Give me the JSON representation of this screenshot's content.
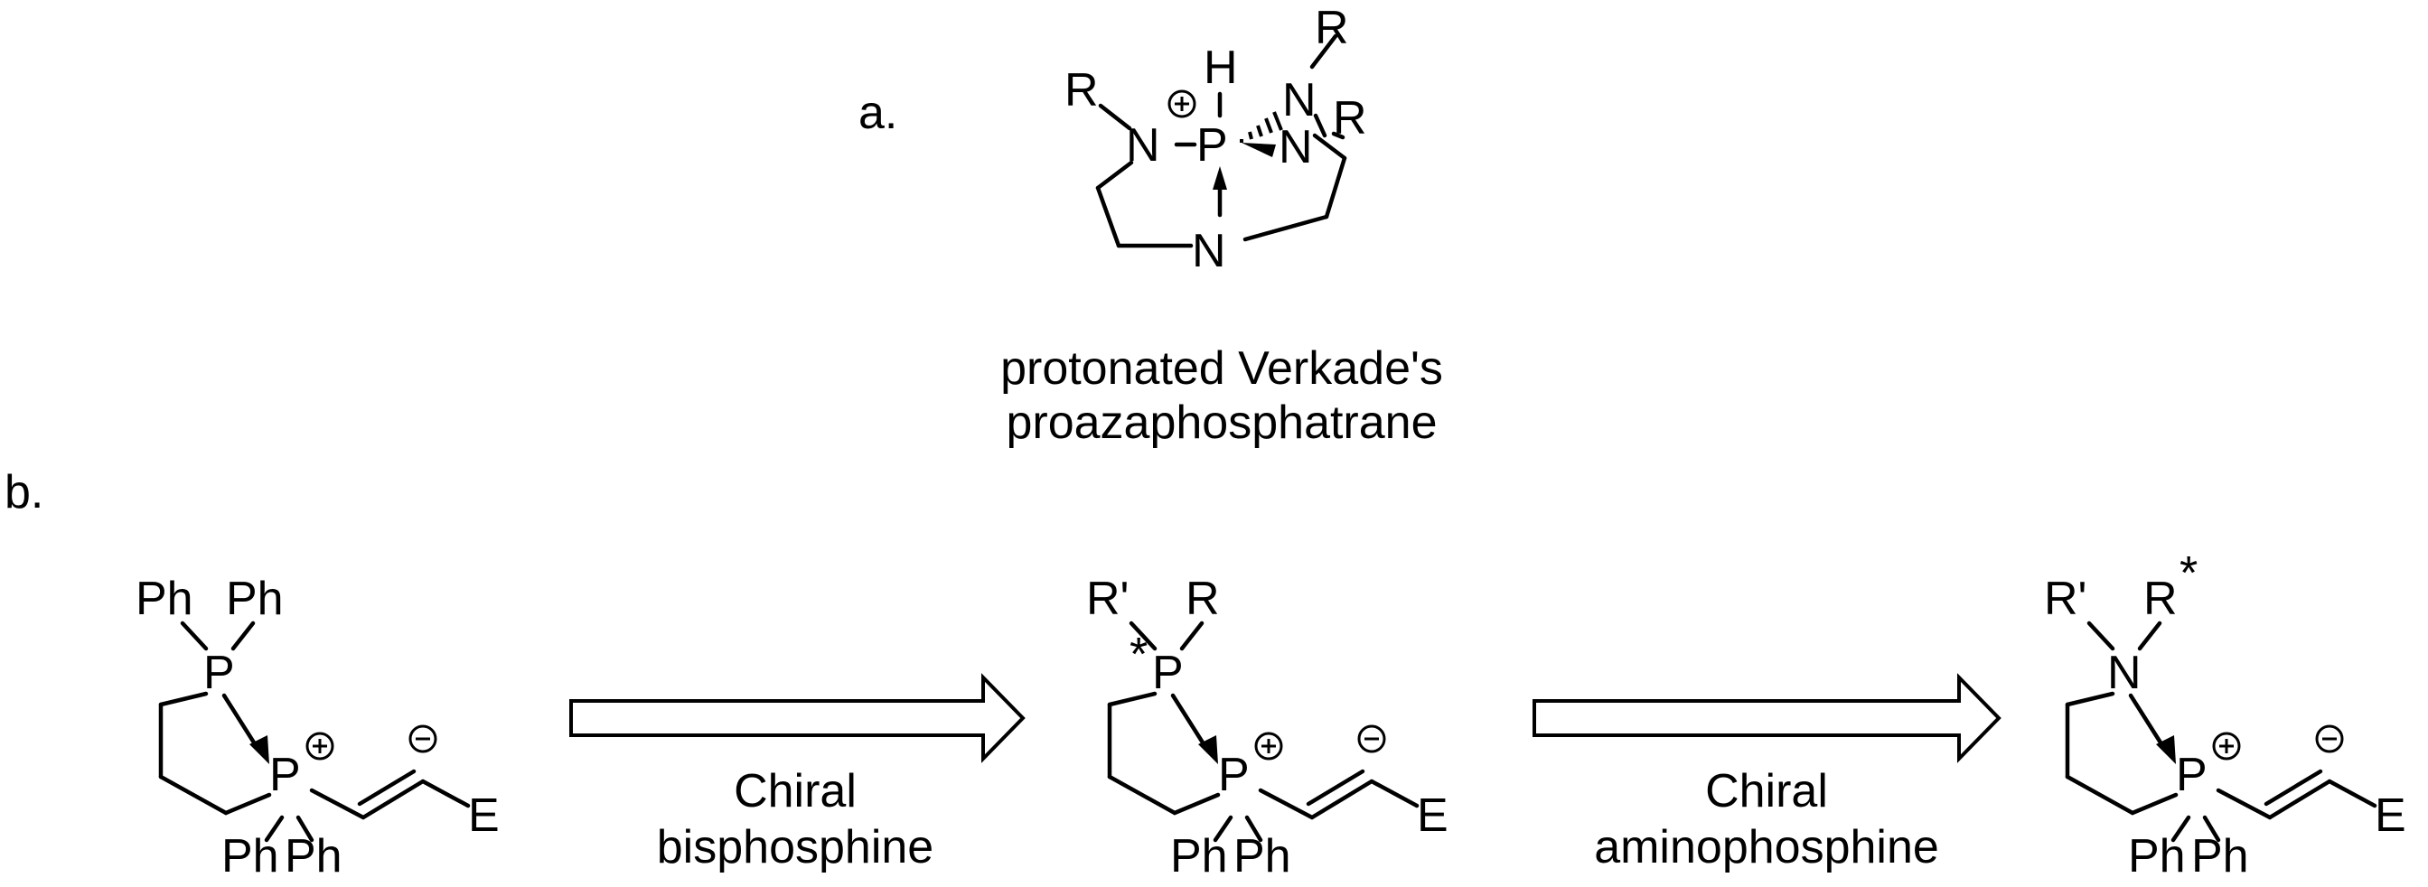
{
  "panel_a": {
    "label": "a.",
    "molecule": {
      "atoms": {
        "N1": "N",
        "P": "P",
        "H": "H",
        "N2": "N",
        "N3": "N",
        "N4": "N"
      },
      "substituents": {
        "r1": "R",
        "r2": "R",
        "r3": "R"
      },
      "caption_line1": "protonated Verkade's",
      "caption_line2": "proazaphosphatrane"
    }
  },
  "panel_b": {
    "label": "b.",
    "structures": [
      {
        "top_left": "Ph",
        "top_right": "Ph",
        "donor": "P",
        "donor_star": "",
        "top_right_star": "",
        "cation": "P",
        "bottom_left": "Ph",
        "bottom_right": "Ph",
        "end_group": "E"
      },
      {
        "top_left": "R'",
        "top_right": "R",
        "donor": "P",
        "donor_star": "*",
        "top_right_star": "",
        "cation": "P",
        "bottom_left": "Ph",
        "bottom_right": "Ph",
        "end_group": "E"
      },
      {
        "top_left": "R'",
        "top_right": "R",
        "donor": "N",
        "donor_star": "",
        "top_right_star": "*",
        "cation": "P",
        "bottom_left": "Ph",
        "bottom_right": "Ph",
        "end_group": "E"
      }
    ],
    "arrows": [
      {
        "line1": "Chiral",
        "line2": "bisphosphine"
      },
      {
        "line1": "Chiral",
        "line2": "aminophosphine"
      }
    ]
  }
}
